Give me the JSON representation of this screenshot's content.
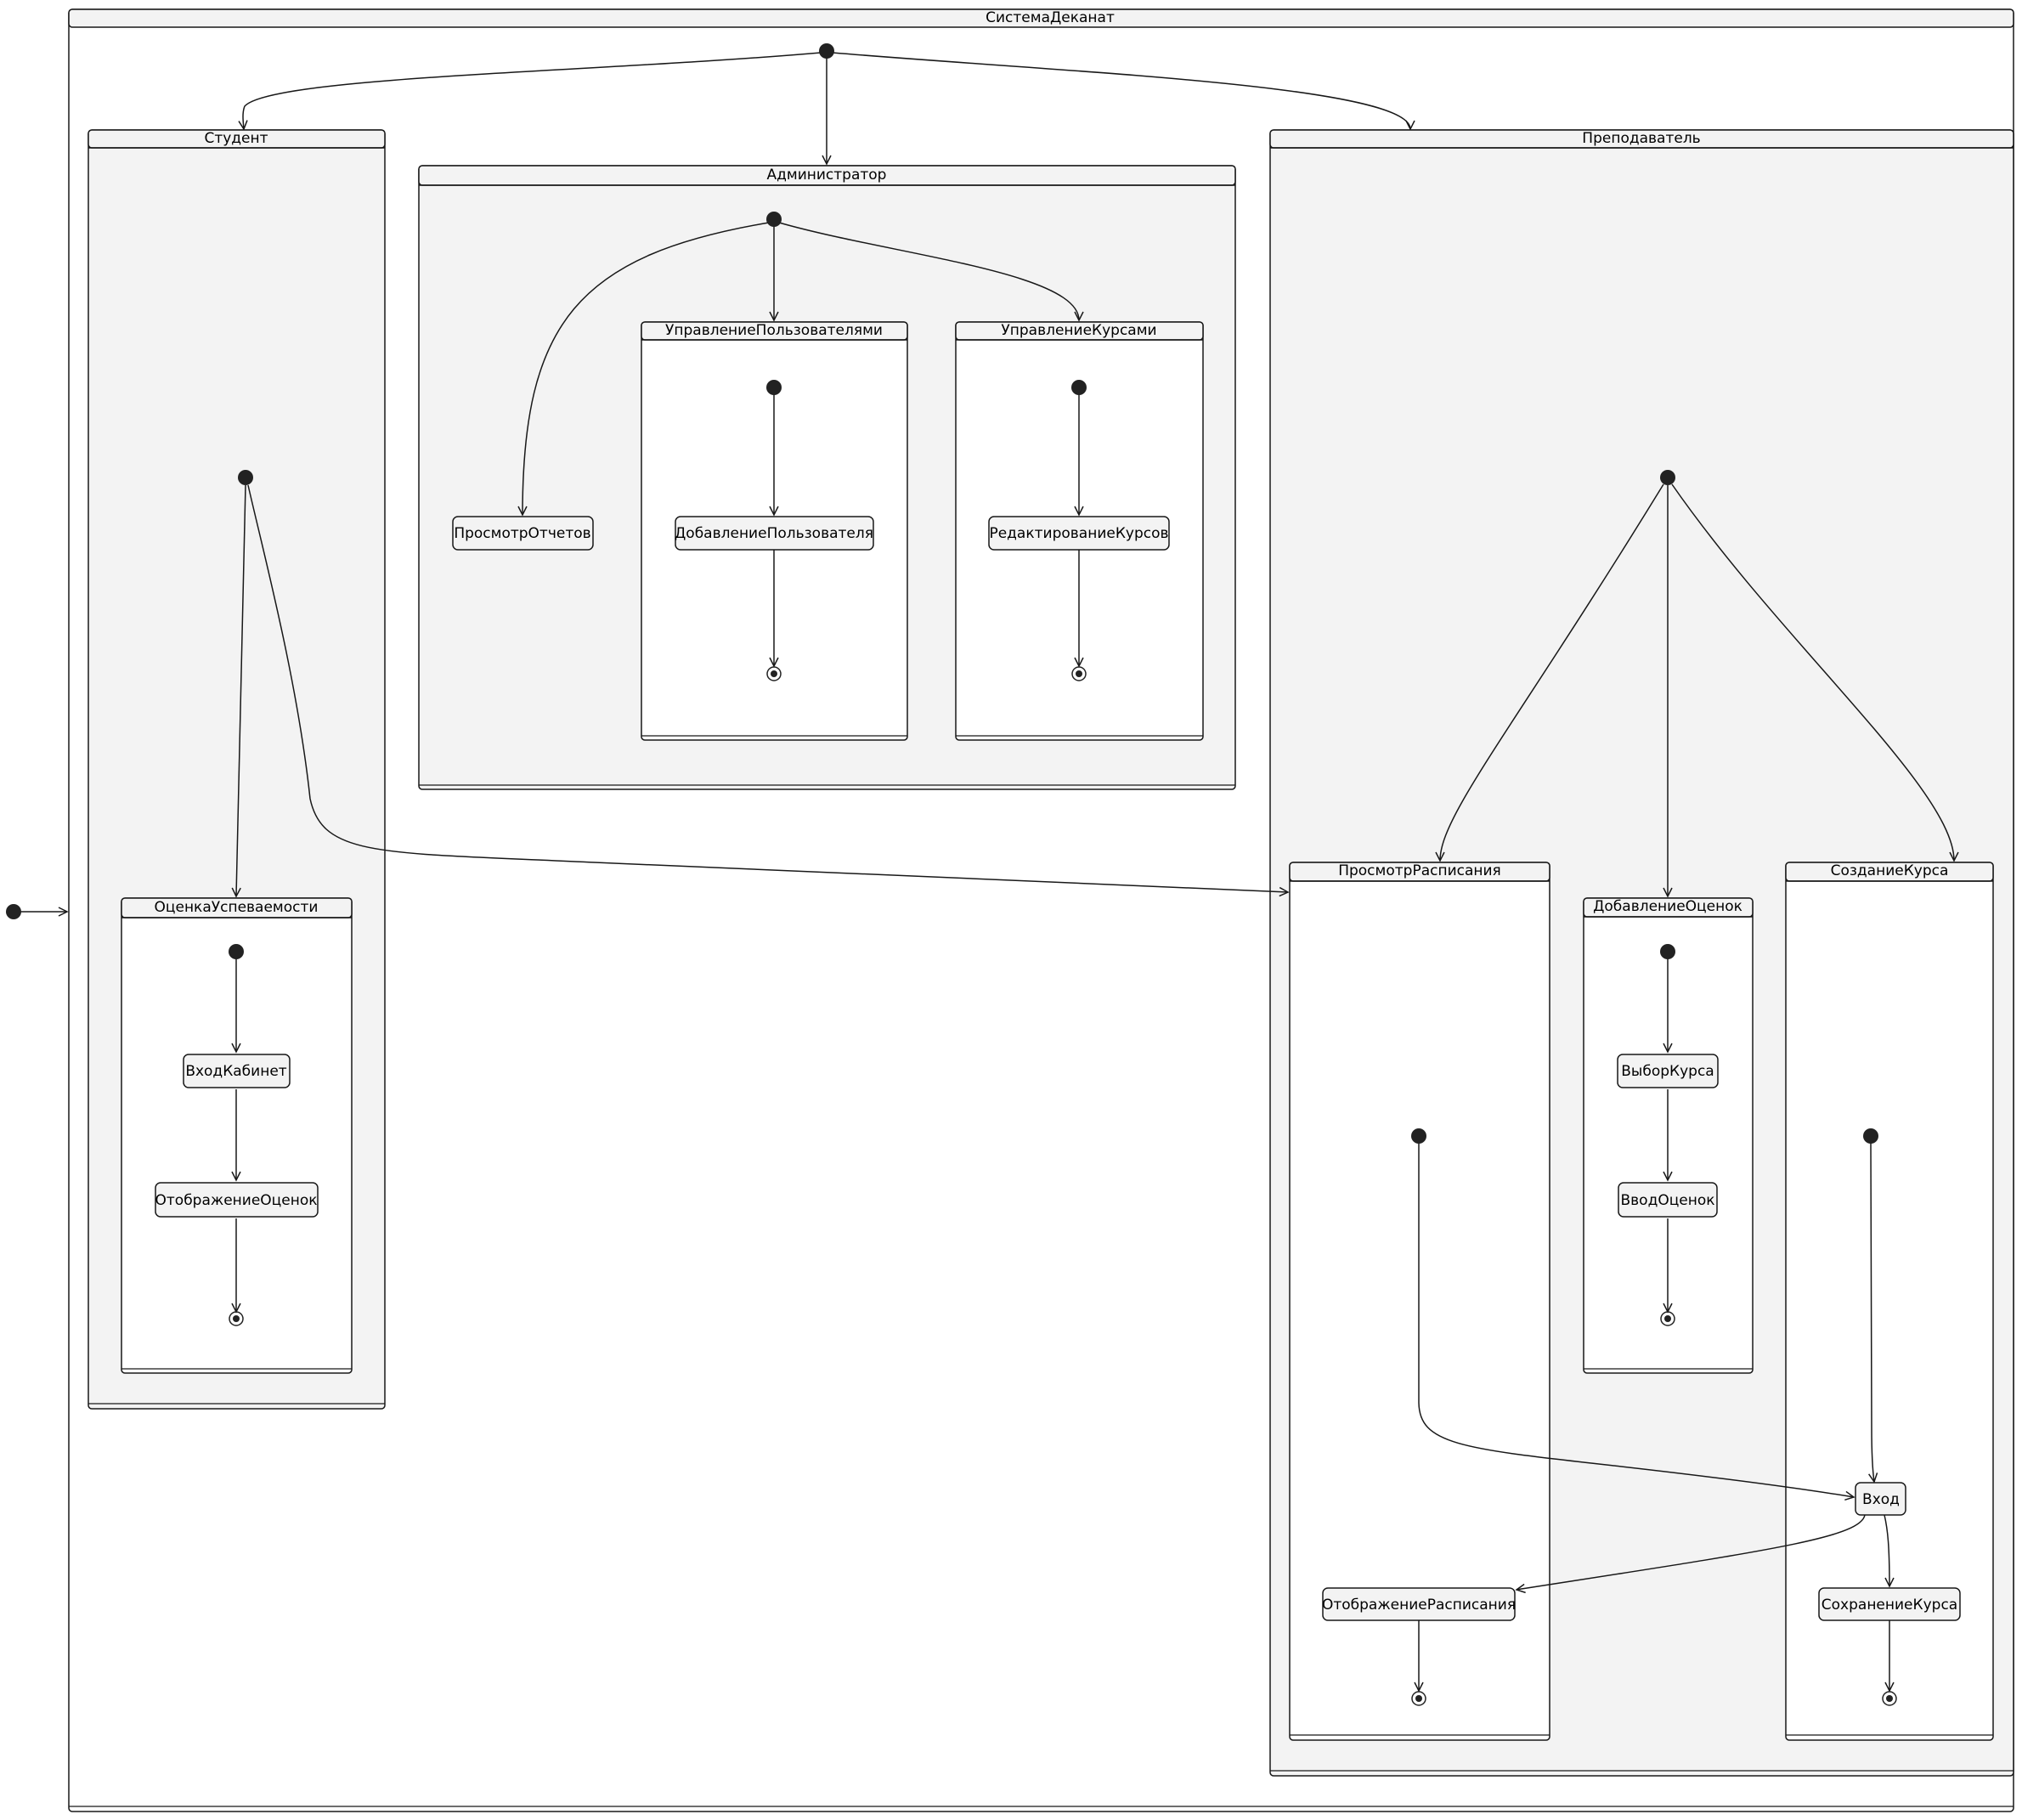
{
  "diagram": {
    "system": {
      "title": "СистемаДеканат"
    },
    "student": {
      "title": "Студент",
      "grades": {
        "title": "ОценкаУспеваемости",
        "login": "ВходКабинет",
        "show": "ОтображениеОценок"
      }
    },
    "admin": {
      "title": "Администратор",
      "reports": "ПросмотрОтчетов",
      "users": {
        "title": "УправлениеПользователями",
        "add": "ДобавлениеПользователя"
      },
      "courses": {
        "title": "УправлениеКурсами",
        "edit": "РедактированиеКурсов"
      }
    },
    "teacher": {
      "title": "Преподаватель",
      "schedule": {
        "title": "ПросмотрРасписания",
        "show": "ОтображениеРасписания"
      },
      "grades": {
        "title": "ДобавлениеОценок",
        "select": "ВыборКурса",
        "enter": "ВводОценок"
      },
      "course": {
        "title": "СозданиеКурса",
        "login": "Вход",
        "save": "СохранениеКурса"
      }
    }
  }
}
